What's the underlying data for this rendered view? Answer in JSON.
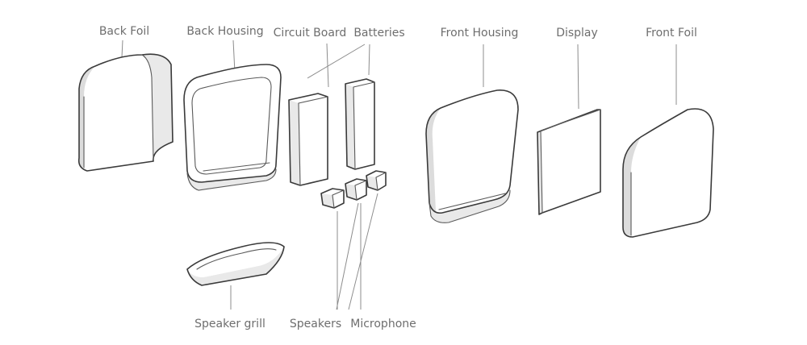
{
  "diagram": {
    "labels": {
      "back_foil": "Back Foil",
      "back_housing": "Back Housing",
      "circuit_board": "Circuit Board",
      "batteries": "Batteries",
      "front_housing": "Front Housing",
      "display": "Display",
      "front_foil": "Front Foil",
      "speaker_grill": "Speaker grill",
      "speakers": "Speakers",
      "microphone": "Microphone"
    }
  }
}
